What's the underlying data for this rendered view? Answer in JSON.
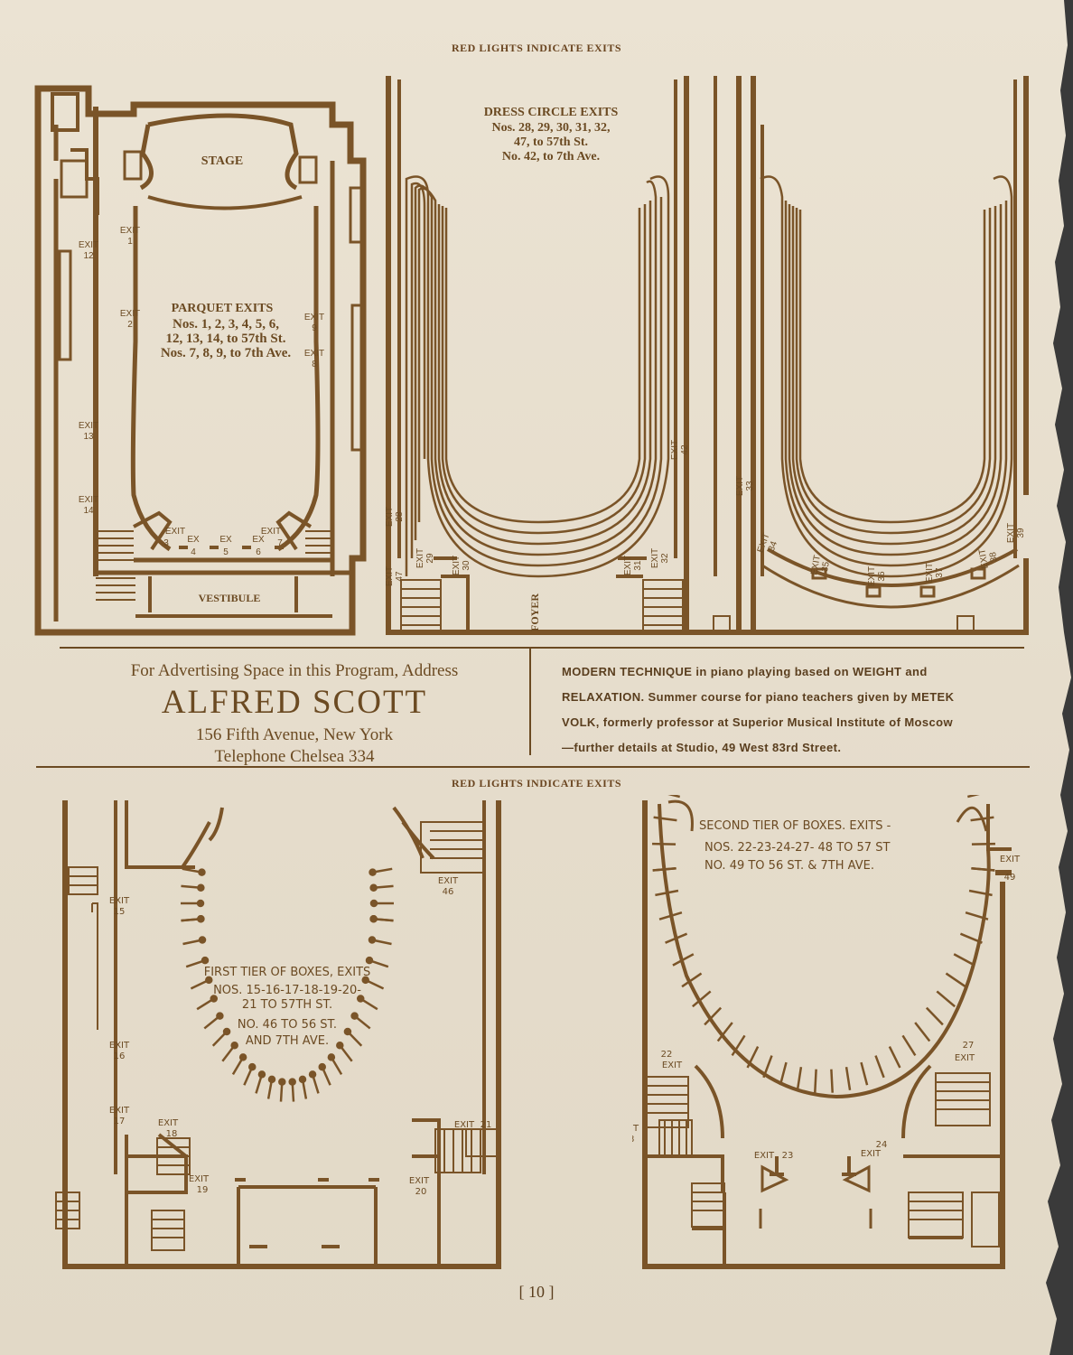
{
  "header_top": "RED LIGHTS INDICATE EXITS",
  "header_mid": "RED LIGHTS INDICATE EXITS",
  "parquet": {
    "stage": "STAGE",
    "vestibule": "VESTIBULE",
    "title": "PARQUET EXITS",
    "line1": "Nos. 1, 2, 3, 4, 5, 6,",
    "line2": "12, 13, 14, to 57th St.",
    "line3": "Nos. 7, 8, 9, to 7th Ave.",
    "exit": "EXIT",
    "ex": "EX",
    "exits": [
      "1",
      "2",
      "3",
      "4",
      "5",
      "6",
      "7",
      "8",
      "9",
      "12",
      "13",
      "14"
    ]
  },
  "dress_circle": {
    "title": "DRESS CIRCLE EXITS",
    "line1": "Nos. 28, 29, 30, 31, 32,",
    "line2": "47, to 57th St.",
    "line3": "No. 42, to 7th Ave.",
    "foyer": "FOYER",
    "exit": "EXIT",
    "exits_left": [
      "28",
      "29",
      "30",
      "31",
      "32",
      "42",
      "47"
    ],
    "exits_right": [
      "33",
      "34",
      "35",
      "36",
      "37",
      "38",
      "39"
    ]
  },
  "advert": {
    "line1": "For Advertising Space in this Program, Address",
    "name": "ALFRED SCOTT",
    "address": "156 Fifth Avenue, New York",
    "phone": "Telephone Chelsea 334"
  },
  "notice": {
    "line1": "MODERN TECHNIQUE in piano playing based on WEIGHT and",
    "line2": "RELAXATION. Summer course for piano teachers given by METEK",
    "line3": "VOLK, formerly professor at Superior Musical Institute of Moscow",
    "line4": "—further details at Studio, 49 West 83rd Street."
  },
  "first_tier": {
    "title": "FIRST TIER OF BOXES, EXITS",
    "line1": "NOS. 15-16-17-18-19-20-",
    "line2": "21 TO 57TH ST.",
    "line3": "NO. 46 TO 56 ST.",
    "line4": "AND 7TH AVE.",
    "exit": "EXIT",
    "exits": [
      "15",
      "16",
      "17",
      "18",
      "19",
      "20",
      "21",
      "46"
    ]
  },
  "second_tier": {
    "title": "SECOND TIER OF BOXES. EXITS -",
    "line1": "NOS. 22-23-24-27- 48 TO 57 ST",
    "line2": "NO. 49 TO 56 ST. & 7TH AVE.",
    "exit": "EXIT",
    "exits": [
      "22",
      "23",
      "24",
      "27",
      "48",
      "49"
    ]
  },
  "page_number": "[ 10 ]"
}
